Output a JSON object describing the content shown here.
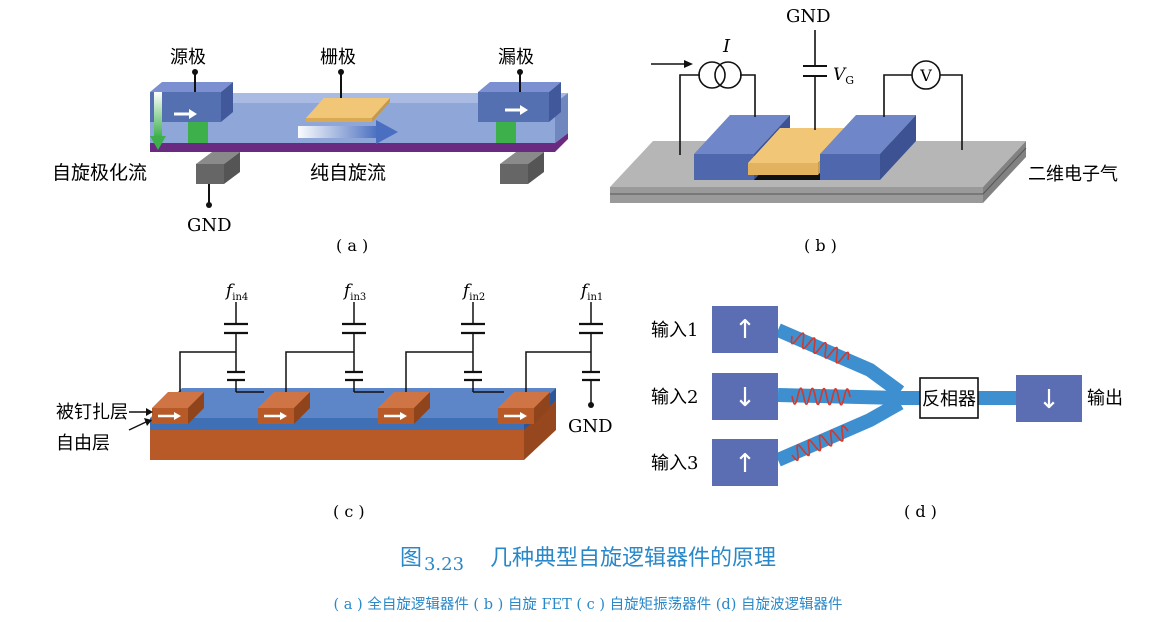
{
  "panel_a": {
    "source_label": "源极",
    "gate_label": "栅极",
    "drain_label": "漏极",
    "spin_polarized_label": "自旋极化流",
    "pure_spin_label": "纯自旋流",
    "gnd_label": "GND",
    "tag": "( a )"
  },
  "panel_b": {
    "gnd_label": "GND",
    "current_label": "I",
    "gate_voltage_label": "V",
    "gate_voltage_sub": "G",
    "voltmeter_label": "V",
    "electron_gas_label": "二维电子气",
    "tag": "( b )"
  },
  "panel_c": {
    "f_labels": [
      "f",
      "f",
      "f",
      "f"
    ],
    "f_subs": [
      "in4",
      "in3",
      "in2",
      "in1"
    ],
    "pinned_layer_label": "被钉扎层",
    "free_layer_label": "自由层",
    "gnd_label": "GND",
    "tag": "( c )"
  },
  "panel_d": {
    "input1_label": "输入1",
    "input2_label": "输入2",
    "input3_label": "输入3",
    "inverter_label": "反相器",
    "output_label": "输出",
    "arrow_up": "↑",
    "arrow_down": "↓",
    "tag": "( d )"
  },
  "caption": {
    "prefix": "图",
    "number": "3.23",
    "title": "几种典型自旋逻辑器件的原理",
    "subtitle": "( a ) 全自旋逻辑器件 ( b ) 自旋 FET ( c ) 自旋矩振荡器件 (d) 自旋波逻辑器件"
  },
  "colors": {
    "caption": "#2a88c8",
    "channel": "#8fa6d8",
    "contact": "#5470b0",
    "gate": "#f2c677",
    "purple": "#6a2a82",
    "green": "#3db04b",
    "substrate": "#a9a9a9",
    "brown": "#b75a28",
    "blue_layer": "#3f6fb5",
    "box_blue": "#5b6db3",
    "wave_red": "#d2382b"
  }
}
